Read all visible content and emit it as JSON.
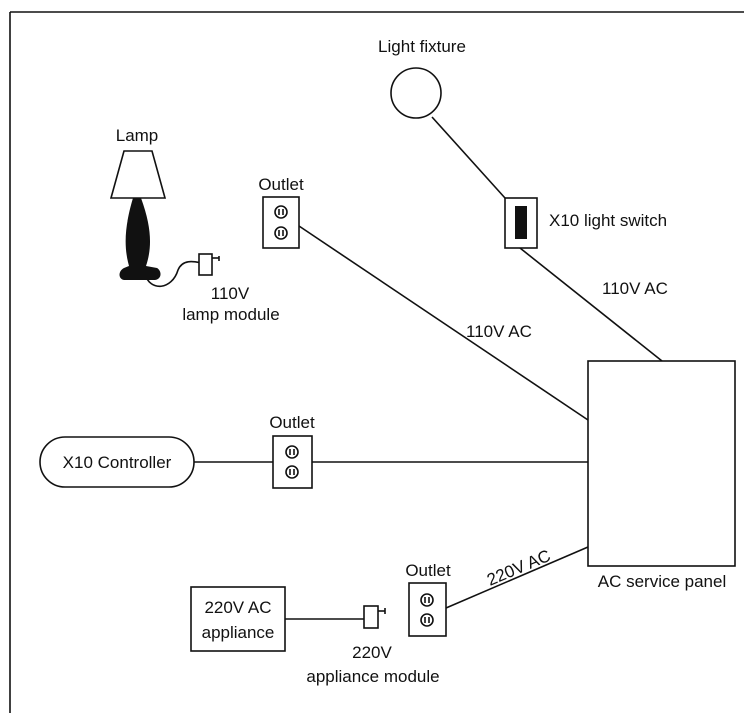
{
  "labels": {
    "light_fixture": "Light fixture",
    "lamp": "Lamp",
    "outlet_top": "Outlet",
    "x10_switch": "X10 light switch",
    "ac_110_switch": "110V AC",
    "ac_110_outlet": "110V AC",
    "lamp_module_line1": "110V",
    "lamp_module_line2": "lamp module",
    "outlet_middle": "Outlet",
    "controller": "X10 Controller",
    "outlet_bottom": "Outlet",
    "ac_220": "220V AC",
    "panel": "AC service panel",
    "appliance_line1": "220V AC",
    "appliance_line2": "appliance",
    "appliance_module_line1": "220V",
    "appliance_module_line2": "appliance module"
  },
  "colors": {
    "ink": "#111111",
    "background": "#ffffff"
  }
}
